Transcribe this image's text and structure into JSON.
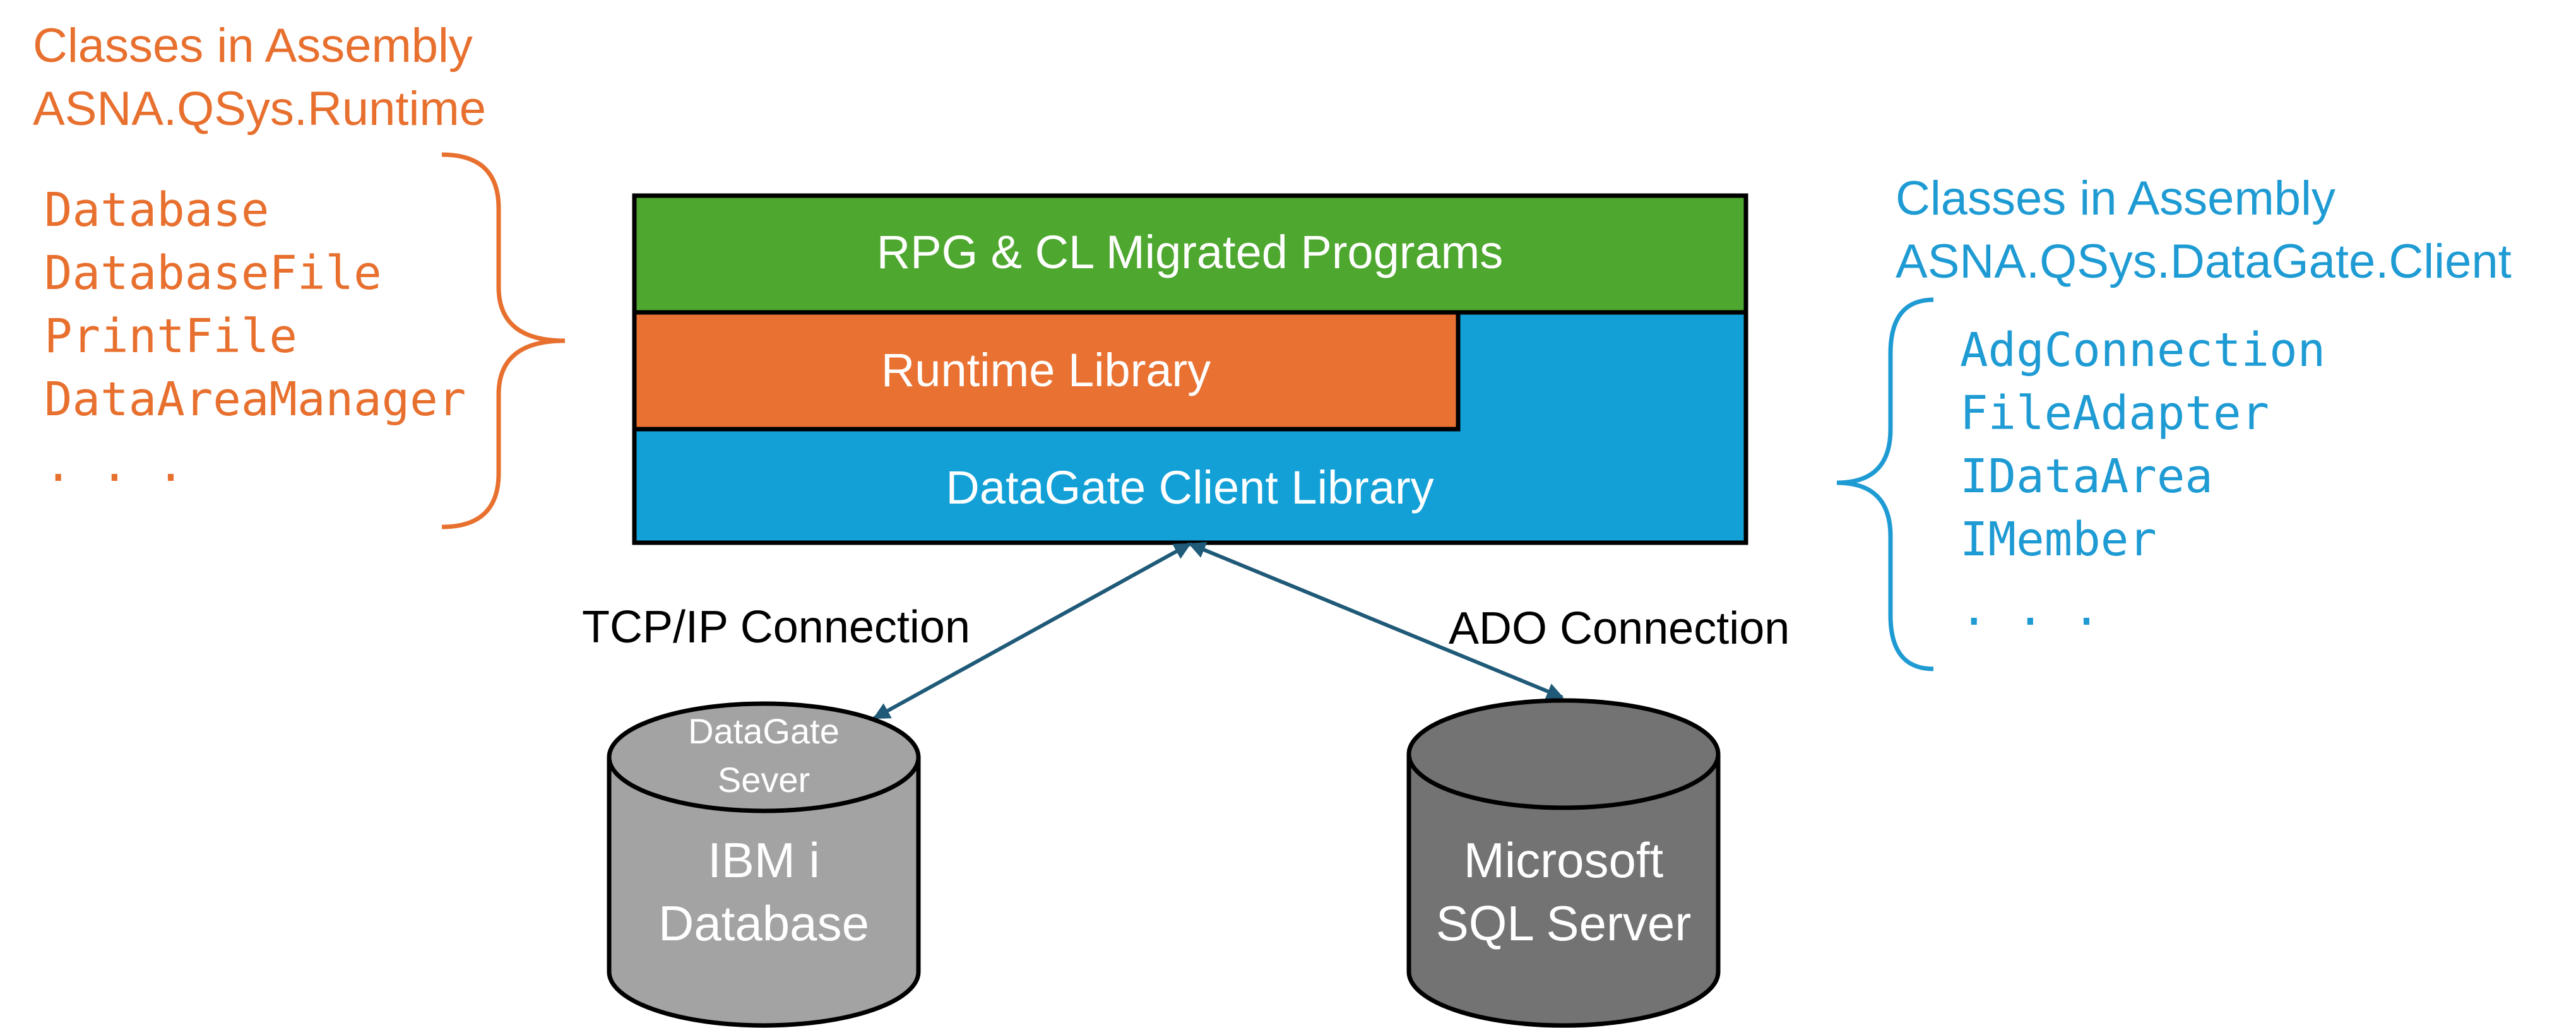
{
  "left_group": {
    "title_line1": "Classes in Assembly",
    "title_line2": "ASNA.QSys.Runtime",
    "classes": [
      "Database",
      "DatabaseFile",
      "PrintFile",
      "DataAreaManager"
    ],
    "ellipsis": ". . .",
    "color": "#E8702F"
  },
  "right_group": {
    "title_line1": "Classes in Assembly",
    "title_line2": "ASNA.QSys.DataGate.Client",
    "classes": [
      "AdgConnection",
      "FileAdapter",
      "IDataArea",
      "IMember"
    ],
    "ellipsis": ". . .",
    "color": "#1F9BD4"
  },
  "stack": {
    "programs_label": "RPG & CL Migrated Programs",
    "runtime_label": "Runtime Library",
    "client_label": "DataGate Client Library",
    "colors": {
      "programs": "#4EA72E",
      "runtime": "#E97132",
      "client": "#12A0D7"
    }
  },
  "connections": {
    "tcp_label": "TCP/IP Connection",
    "ado_label": "ADO Connection",
    "color": "#1F5A78"
  },
  "databases": {
    "ibm": {
      "top_label_line1": "DataGate",
      "top_label_line2": "Sever",
      "label_line1": "IBM i",
      "label_line2": "Database",
      "color": "#A3A3A3"
    },
    "sql": {
      "label_line1": "Microsoft",
      "label_line2": "SQL Server",
      "color": "#737373"
    }
  }
}
